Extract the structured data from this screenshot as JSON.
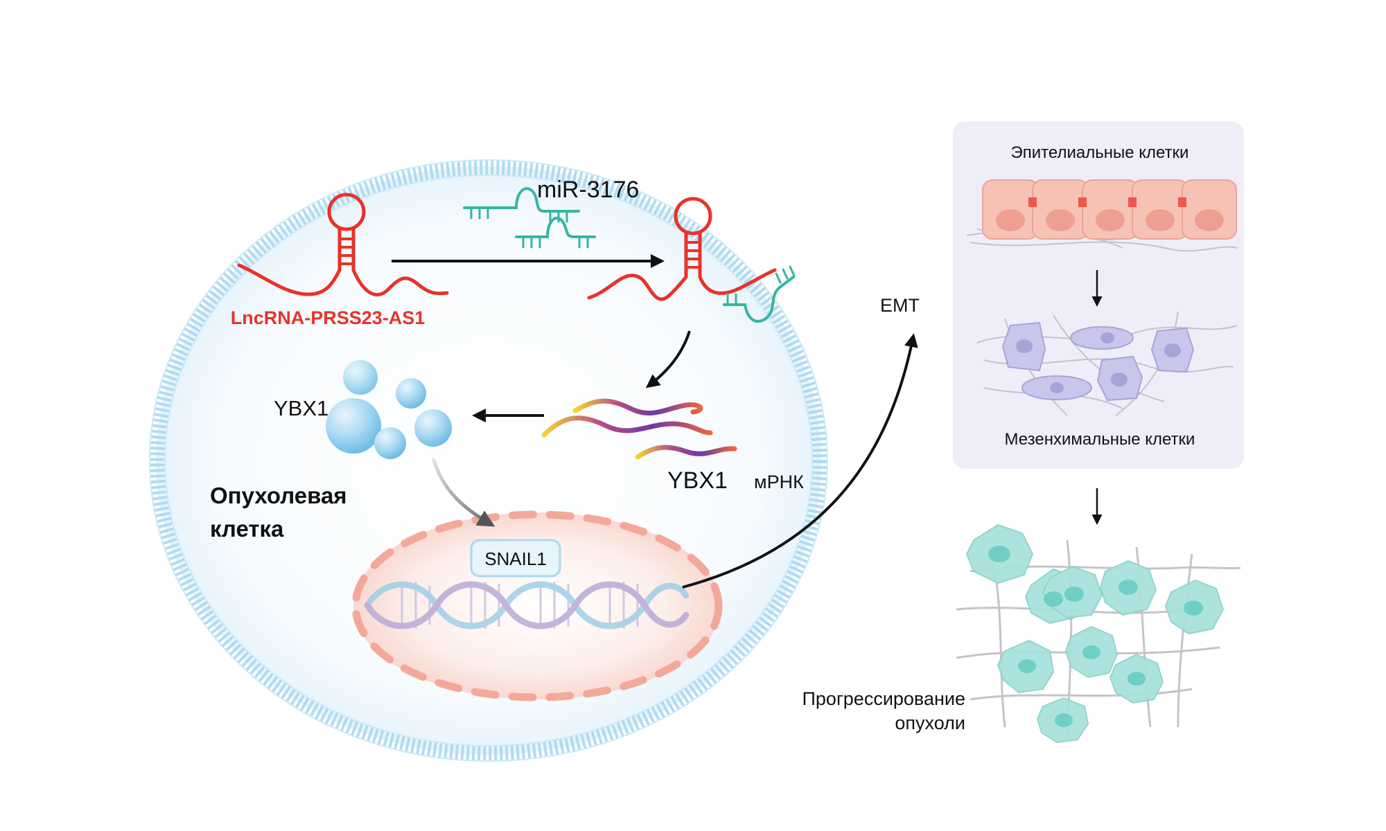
{
  "labels": {
    "lncrna": "LncRNA-PRSS23-AS1",
    "mirna": "miR-3176",
    "ybx1_protein": "YBX1",
    "ybx1_mrna_gene": "YBX1",
    "ybx1_mrna_suffix": "мРНК",
    "tumor_cell_line1": "Опухолевая",
    "tumor_cell_line2": "клетка",
    "snail1": "SNAIL1",
    "emt": "EMT",
    "epithelial": "Эпителиальные клетки",
    "mesenchymal": "Мезенхимальные клетки",
    "progression_line1": "Прогрессирование",
    "progression_line2": "опухоли"
  },
  "colors": {
    "lncrna_red": "#e8322a",
    "mirna_teal": "#35b5a4",
    "membrane_blue": "#a9d8f0",
    "nucleus_pink": "#f4a89a",
    "epithelial_cell": "#f6c2b6",
    "mesenchymal_cell": "#c9c6ec",
    "tumor_cell": "#a9e2dd",
    "panel_bg": "#efedf7"
  }
}
